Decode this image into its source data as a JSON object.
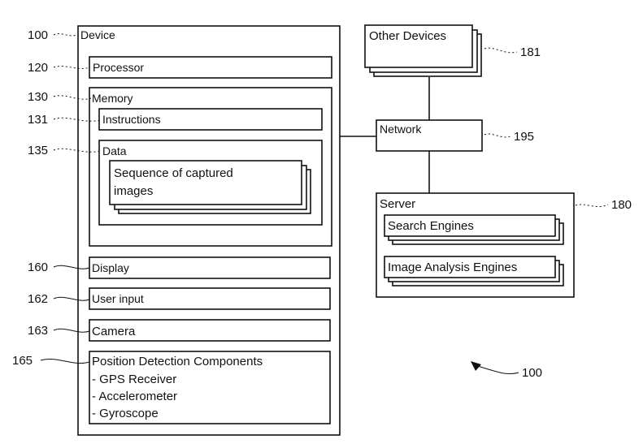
{
  "device": {
    "label": "Device",
    "processor": "Processor",
    "memory": {
      "label": "Memory",
      "instructions": "Instructions",
      "data": {
        "label": "Data",
        "images": [
          "Sequence of captured",
          "images"
        ]
      }
    },
    "display": "Display",
    "user_input": "User input",
    "camera": "Camera",
    "position": {
      "title": "Position Detection Components",
      "items": [
        "- GPS Receiver",
        "- Accelerometer",
        "- Gyroscope"
      ]
    }
  },
  "other_devices": "Other Devices",
  "network": "Network",
  "server": {
    "label": "Server",
    "search": "Search Engines",
    "image_analysis": "Image Analysis Engines"
  },
  "refs": {
    "device": "100",
    "processor": "120",
    "memory": "130",
    "instructions": "131",
    "data": "135",
    "display": "160",
    "user_input": "162",
    "camera": "163",
    "position": "165",
    "other_devices": "181",
    "network": "195",
    "server": "180",
    "system": "100"
  }
}
